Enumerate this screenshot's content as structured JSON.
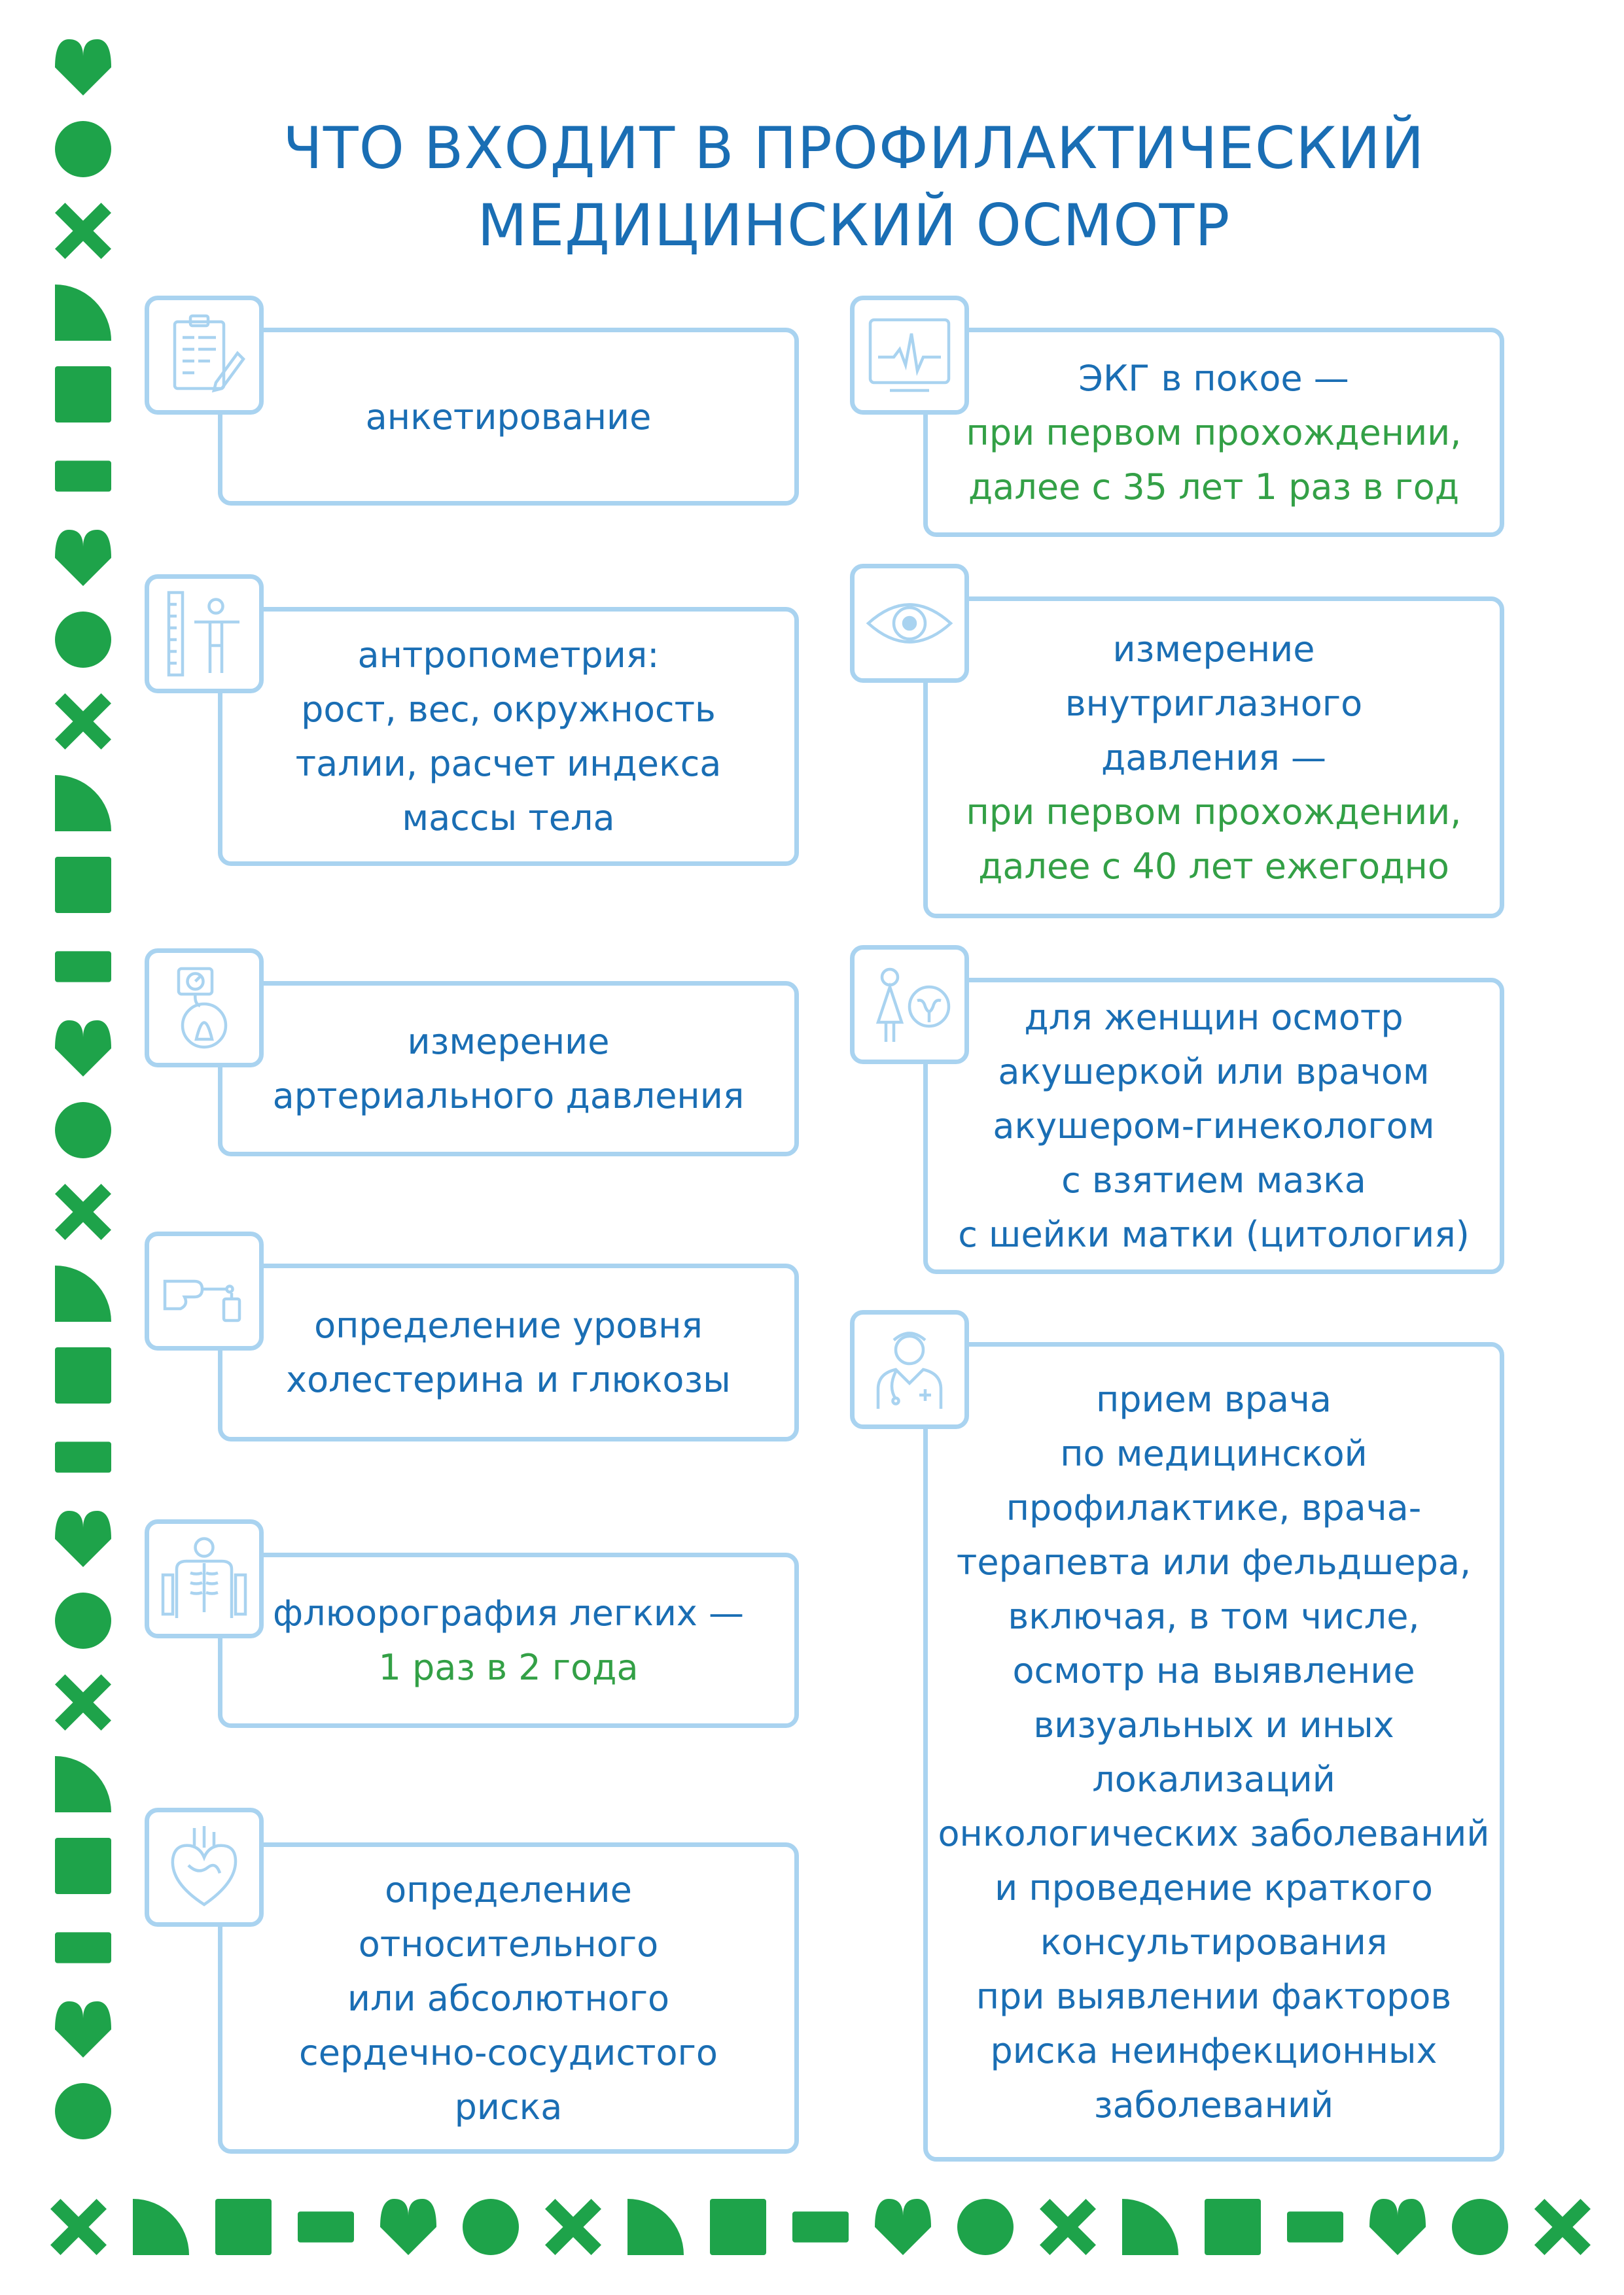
{
  "title": {
    "line1": "ЧТО ВХОДИТ В ПРОФИЛАКТИЧЕСКИЙ",
    "line2": "МЕДИЦИНСКИЙ ОСМОТР"
  },
  "colors": {
    "primary_blue": "#1a6eb4",
    "accent_green": "#33a046",
    "border_light_blue": "#a9d3f0",
    "decor_green": "#1ea34a"
  },
  "left_items": [
    {
      "icon": "questionnaire-icon",
      "lines": [
        "анкетирование"
      ]
    },
    {
      "icon": "anthropometry-icon",
      "lines": [
        "антропометрия:",
        "рост, вес, окружность",
        "талии, расчет индекса",
        "массы тела"
      ]
    },
    {
      "icon": "blood-pressure-icon",
      "lines": [
        "измерение",
        "артериального давления"
      ]
    },
    {
      "icon": "blood-test-icon",
      "lines": [
        "определение уровня",
        "холестерина и глюкозы"
      ]
    },
    {
      "icon": "xray-icon",
      "lines": [
        "флюорография легких —"
      ],
      "green_lines": [
        "1 раз в 2 года"
      ]
    },
    {
      "icon": "heart-icon",
      "lines": [
        "определение",
        "относительного",
        "или абсолютного",
        "сердечно-сосудистого",
        "риска"
      ]
    }
  ],
  "right_items": [
    {
      "icon": "ecg-icon",
      "lines": [
        "ЭКГ в покое —"
      ],
      "green_lines": [
        "при первом прохождении,",
        "далее с 35 лет 1 раз в год"
      ]
    },
    {
      "icon": "eye-icon",
      "lines": [
        "измерение",
        "внутриглазного",
        "давления —"
      ],
      "green_lines": [
        "при первом прохождении,",
        "далее с 40 лет ежегодно"
      ]
    },
    {
      "icon": "gynecology-icon",
      "lines": [
        "для женщин осмотр",
        "акушеркой или врачом",
        "акушером-гинекологом",
        "с взятием мазка",
        "с шейки матки (цитология)"
      ]
    },
    {
      "icon": "doctor-icon",
      "lines": [
        "прием врача",
        "по медицинской",
        "профилактике, врача-",
        "терапевта или фельдшера,",
        "включая, в том числе,",
        "осмотр на выявление",
        "визуальных и иных",
        "локализаций",
        "онкологических заболеваний",
        "и проведение краткого",
        "консультирования",
        "при выявлении факторов",
        "риска неинфекционных",
        "заболеваний"
      ]
    }
  ]
}
